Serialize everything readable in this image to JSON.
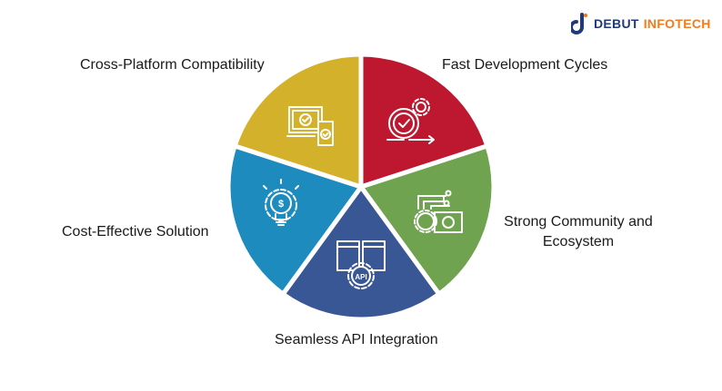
{
  "logo": {
    "text_primary": "DEBUT",
    "text_secondary": "INFOTECH",
    "primary_color": "#1f3a78",
    "secondary_color": "#f07c1e"
  },
  "slices": [
    {
      "label": "Fast Development Cycles",
      "color": "#BE1830",
      "icon": "gear-check-arrow-icon"
    },
    {
      "label": "Strong Community and Ecosystem",
      "label_lines": [
        "Strong Community and",
        "Ecosystem"
      ],
      "color": "#6FA34F",
      "icon": "code-gear-money-icon"
    },
    {
      "label": "Seamless API Integration",
      "color": "#3A5795",
      "icon": "api-gear-icon"
    },
    {
      "label": "Cost-Effective Solution",
      "color": "#1E8BBE",
      "icon": "lightbulb-dollar-icon"
    },
    {
      "label": "Cross-Platform Compatibility",
      "color": "#D4B12A",
      "icon": "devices-check-icon"
    }
  ]
}
